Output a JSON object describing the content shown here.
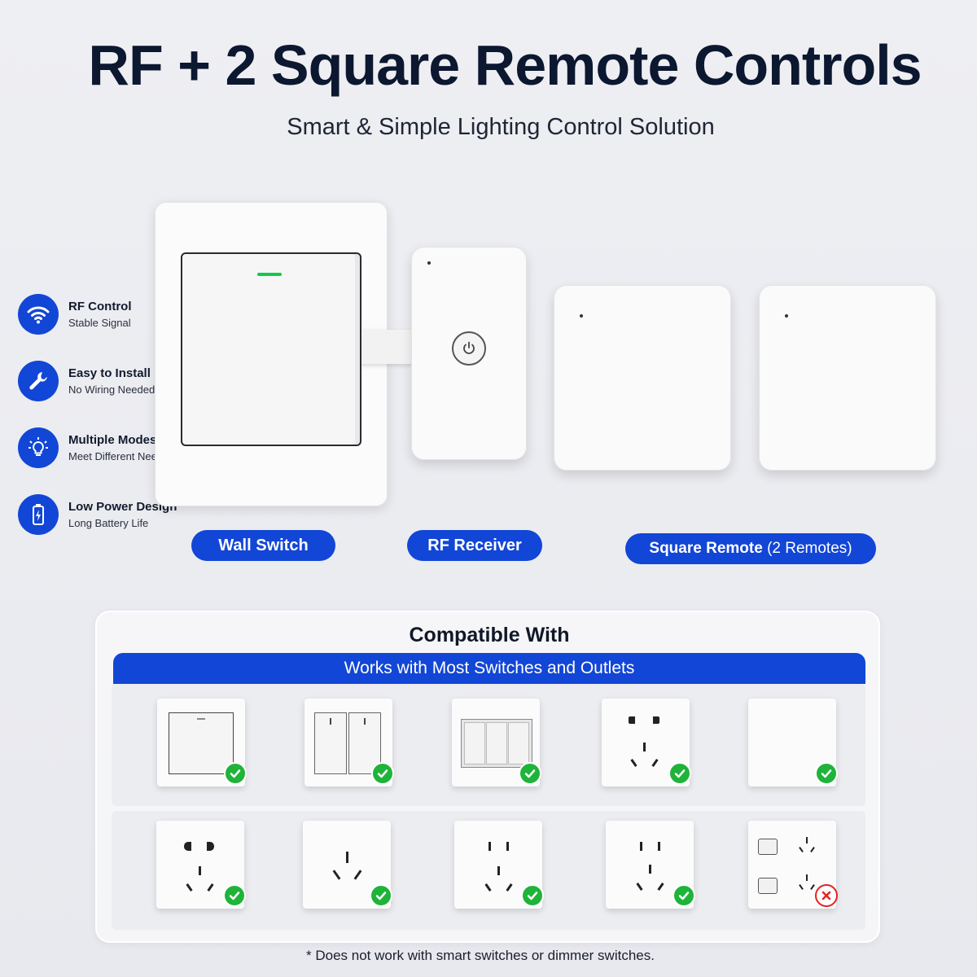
{
  "header": {
    "title": "RF + 2 Square Remote Controls",
    "subtitle": "Smart & Simple Lighting Control Solution"
  },
  "features": [
    {
      "icon": "wifi-icon",
      "title": "RF Control",
      "desc": "Stable Signal"
    },
    {
      "icon": "wrench-icon",
      "title": "Easy to Install",
      "desc": "No Wiring Needed"
    },
    {
      "icon": "lightbulb-icon",
      "title": "Multiple Modes",
      "desc": "Meet Different Needs"
    },
    {
      "icon": "battery-icon",
      "title": "Low Power Design",
      "desc": "Long Battery Life"
    }
  ],
  "products": {
    "wall_switch": "Wall Switch",
    "rf_receiver": "RF Receiver",
    "square_remote": "Square Remote",
    "square_remote_note": "(2 Remotes)"
  },
  "compatible": {
    "title": "Compatible With",
    "banner": "Works with Most Switches and Outlets",
    "items": [
      {
        "name": "single-rocker-switch",
        "status": "compatible"
      },
      {
        "name": "double-rocker-switch",
        "status": "compatible"
      },
      {
        "name": "triple-rocker-switch",
        "status": "compatible"
      },
      {
        "name": "five-hole-outlet",
        "status": "compatible"
      },
      {
        "name": "blank-plate",
        "status": "compatible"
      },
      {
        "name": "five-hole-outlet-round",
        "status": "compatible"
      },
      {
        "name": "three-hole-outlet",
        "status": "compatible"
      },
      {
        "name": "two-plus-three-outlet",
        "status": "compatible"
      },
      {
        "name": "two-plus-three-outlet-alt",
        "status": "compatible"
      },
      {
        "name": "switch-with-outlets",
        "status": "incompatible"
      }
    ]
  },
  "footnote": "* Does not work with smart switches or dimmer switches.",
  "colors": {
    "accent": "#1246d6",
    "ok": "#1fb33a",
    "no": "#e12424",
    "led": "#12c94a"
  }
}
